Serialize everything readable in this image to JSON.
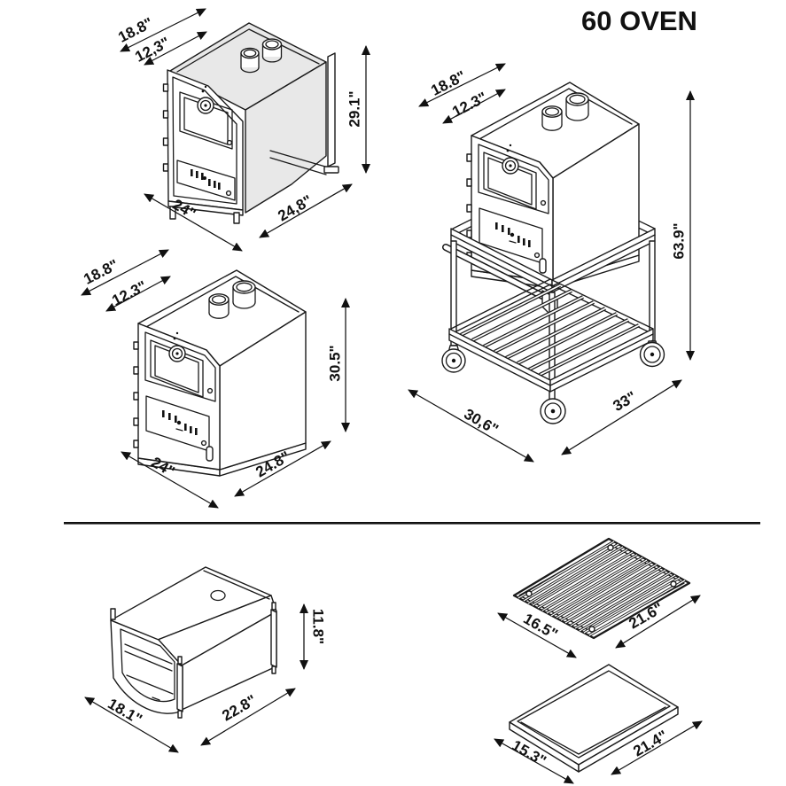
{
  "title": "60 OVEN",
  "colors": {
    "line": "#1a1a1a",
    "shade": "#e8e8e8",
    "divider": "#111111",
    "background": "#ffffff"
  },
  "views": {
    "oven_built_in": {
      "top_depth_outer": "18.8\"",
      "top_depth_inner": "12,3\"",
      "height": "29.1\"",
      "front_width": "24\"",
      "side_depth": "24,8\""
    },
    "oven_freestanding": {
      "top_depth_outer": "18.8\"",
      "top_depth_inner": "12.3\"",
      "height": "30.5\"",
      "front_width": "24\"",
      "side_depth": "24.8\""
    },
    "oven_on_cart": {
      "top_depth_outer": "18.8\"",
      "top_depth_inner": "12.3\"",
      "height": "63.9\"",
      "front_width": "30,6\"",
      "side_depth": "33\""
    },
    "base_housing": {
      "height": "11.8\"",
      "front_width": "18.1\"",
      "side_depth": "22.8\""
    },
    "grill_grate": {
      "front_width": "16.5\"",
      "side_depth": "21.6\""
    },
    "baking_tray": {
      "front_width": "15.3\"",
      "side_depth": "21.4\""
    }
  }
}
